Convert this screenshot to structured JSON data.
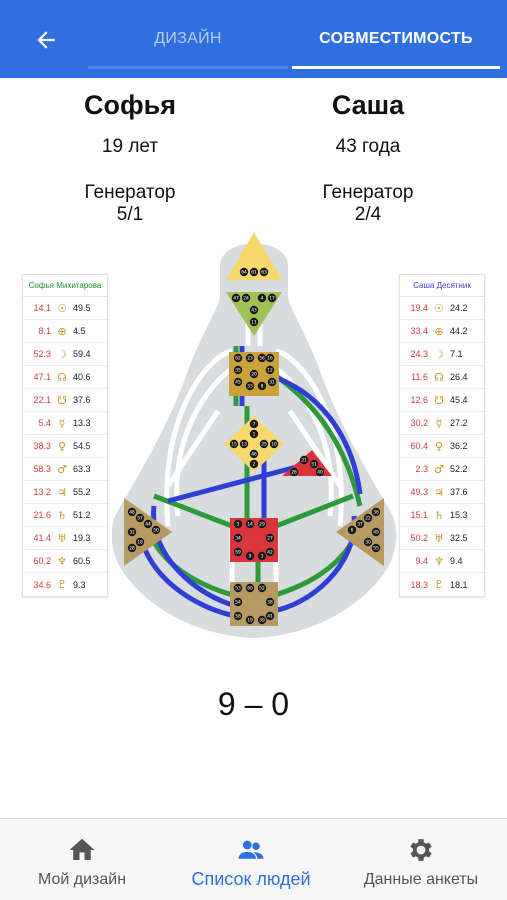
{
  "appbar": {
    "tab_design": "ДИЗАЙН",
    "tab_compat": "СОВМЕСТИМОСТЬ"
  },
  "left_person": {
    "name": "Софья",
    "age": "19 лет",
    "type": "Генератор",
    "profile": "5/1",
    "full_name": "Софья Михитарова"
  },
  "right_person": {
    "name": "Саша",
    "age": "43 года",
    "type": "Генератор",
    "profile": "2/4",
    "full_name": "Саша Десятник"
  },
  "left_planets": [
    {
      "d": "14.1",
      "g": "☉",
      "p": "49.5"
    },
    {
      "d": "8.1",
      "g": "⊕",
      "p": "4.5"
    },
    {
      "d": "52.3",
      "g": "☽",
      "p": "59.4"
    },
    {
      "d": "47.1",
      "g": "☊",
      "p": "40.6"
    },
    {
      "d": "22.1",
      "g": "☋",
      "p": "37.6"
    },
    {
      "d": "5.4",
      "g": "☿",
      "p": "13.3"
    },
    {
      "d": "38.3",
      "g": "♀",
      "p": "54.5"
    },
    {
      "d": "58.3",
      "g": "♂",
      "p": "63.3"
    },
    {
      "d": "13.2",
      "g": "♃",
      "p": "55.2"
    },
    {
      "d": "21.6",
      "g": "♄",
      "p": "51.2"
    },
    {
      "d": "41.4",
      "g": "♅",
      "p": "19.3"
    },
    {
      "d": "60.2",
      "g": "♆",
      "p": "60.5"
    },
    {
      "d": "34.6",
      "g": "♇",
      "p": "9.3"
    }
  ],
  "right_planets": [
    {
      "d": "19.4",
      "g": "☉",
      "p": "24.2"
    },
    {
      "d": "33.4",
      "g": "⊕",
      "p": "44.2"
    },
    {
      "d": "24.3",
      "g": "☽",
      "p": "7.1"
    },
    {
      "d": "11.6",
      "g": "☊",
      "p": "26.4"
    },
    {
      "d": "12.6",
      "g": "☋",
      "p": "45.4"
    },
    {
      "d": "30.2",
      "g": "☿",
      "p": "27.2"
    },
    {
      "d": "60.4",
      "g": "♀",
      "p": "36.2"
    },
    {
      "d": "2.3",
      "g": "♂",
      "p": "52.2"
    },
    {
      "d": "49.3",
      "g": "♃",
      "p": "37.6"
    },
    {
      "d": "15.1",
      "g": "♄",
      "p": "15.3"
    },
    {
      "d": "50.2",
      "g": "♅",
      "p": "32.5"
    },
    {
      "d": "9.4",
      "g": "♆",
      "p": "9.4"
    },
    {
      "d": "18.3",
      "g": "♇",
      "p": "18.1"
    }
  ],
  "score": "9 – 0",
  "bottom_nav": {
    "my_design": "Мой дизайн",
    "people_list": "Список людей",
    "profile_data": "Данные анкеты"
  },
  "colors": {
    "primary": "#2f6fe0",
    "head": "#f6d86b",
    "ajna": "#9fc256",
    "throat": "#c9a23a",
    "g_center": "#f6d86b",
    "ego": "#d9353d",
    "sacral": "#d9353d",
    "spleen": "#b79a62",
    "solar_plexus": "#b79a62",
    "root": "#b79a62",
    "channel_green": "#2e9a3a",
    "channel_blue": "#2f3fd6",
    "channel_inactive": "#ffffff"
  },
  "centers": {
    "head": [
      "64",
      "61",
      "63"
    ],
    "ajna": [
      "47",
      "24",
      "4",
      "17",
      "43",
      "11"
    ],
    "throat": [
      "62",
      "23",
      "56",
      "35",
      "12",
      "45",
      "33",
      "8",
      "31",
      "20",
      "16"
    ],
    "g": [
      "7",
      "1",
      "13",
      "25",
      "46",
      "2",
      "15",
      "10"
    ],
    "ego": [
      "21",
      "51",
      "26",
      "40"
    ],
    "sacral": [
      "5",
      "14",
      "29",
      "34",
      "27",
      "59",
      "9",
      "3",
      "42"
    ],
    "spleen": [
      "48",
      "57",
      "44",
      "50",
      "32",
      "28",
      "18"
    ],
    "solar_plexus": [
      "36",
      "22",
      "37",
      "6",
      "49",
      "55",
      "30"
    ],
    "root": [
      "53",
      "60",
      "52",
      "54",
      "38",
      "58",
      "19",
      "39",
      "41"
    ]
  }
}
